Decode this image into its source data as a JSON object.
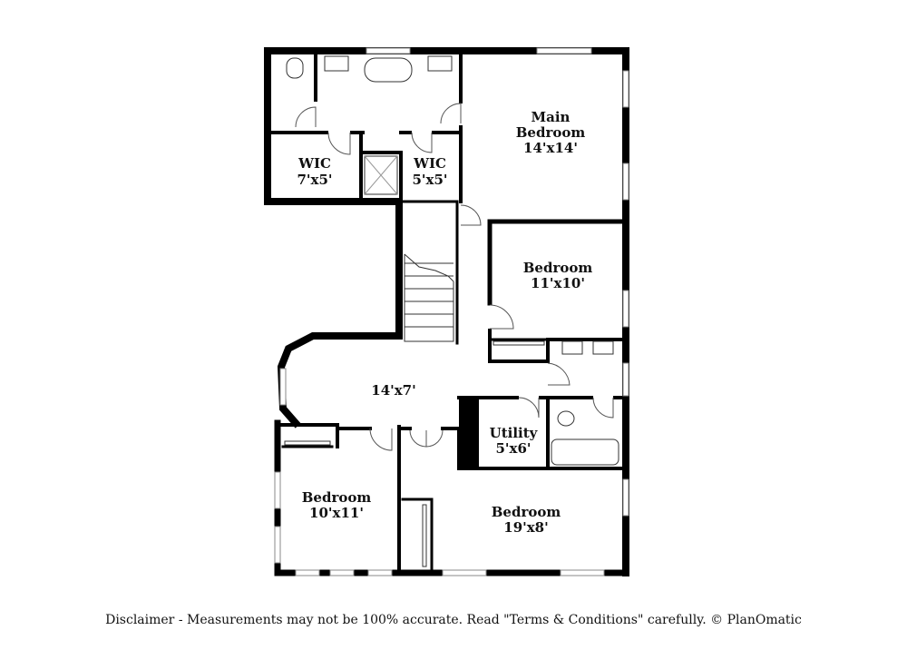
{
  "rooms": {
    "main_bedroom": {
      "name_line1": "Main",
      "name_line2": "Bedroom",
      "size": "14'x14'"
    },
    "wic_left": {
      "name": "WIC",
      "size": "7'x5'"
    },
    "wic_right": {
      "name": "WIC",
      "size": "5'x5'"
    },
    "bedroom_middle_right": {
      "name": "Bedroom",
      "size": "11'x10'"
    },
    "hall": {
      "size": "14'x7'"
    },
    "utility": {
      "name": "Utility",
      "size": "5'x6'"
    },
    "bedroom_bottom_left": {
      "name": "Bedroom",
      "size": "10'x11'"
    },
    "bedroom_bottom_right": {
      "name": "Bedroom",
      "size": "19'x8'"
    }
  },
  "disclaimer": "Disclaimer - Measurements may not be 100% accurate. Read \"Terms & Conditions\" carefully. © PlanOmatic"
}
